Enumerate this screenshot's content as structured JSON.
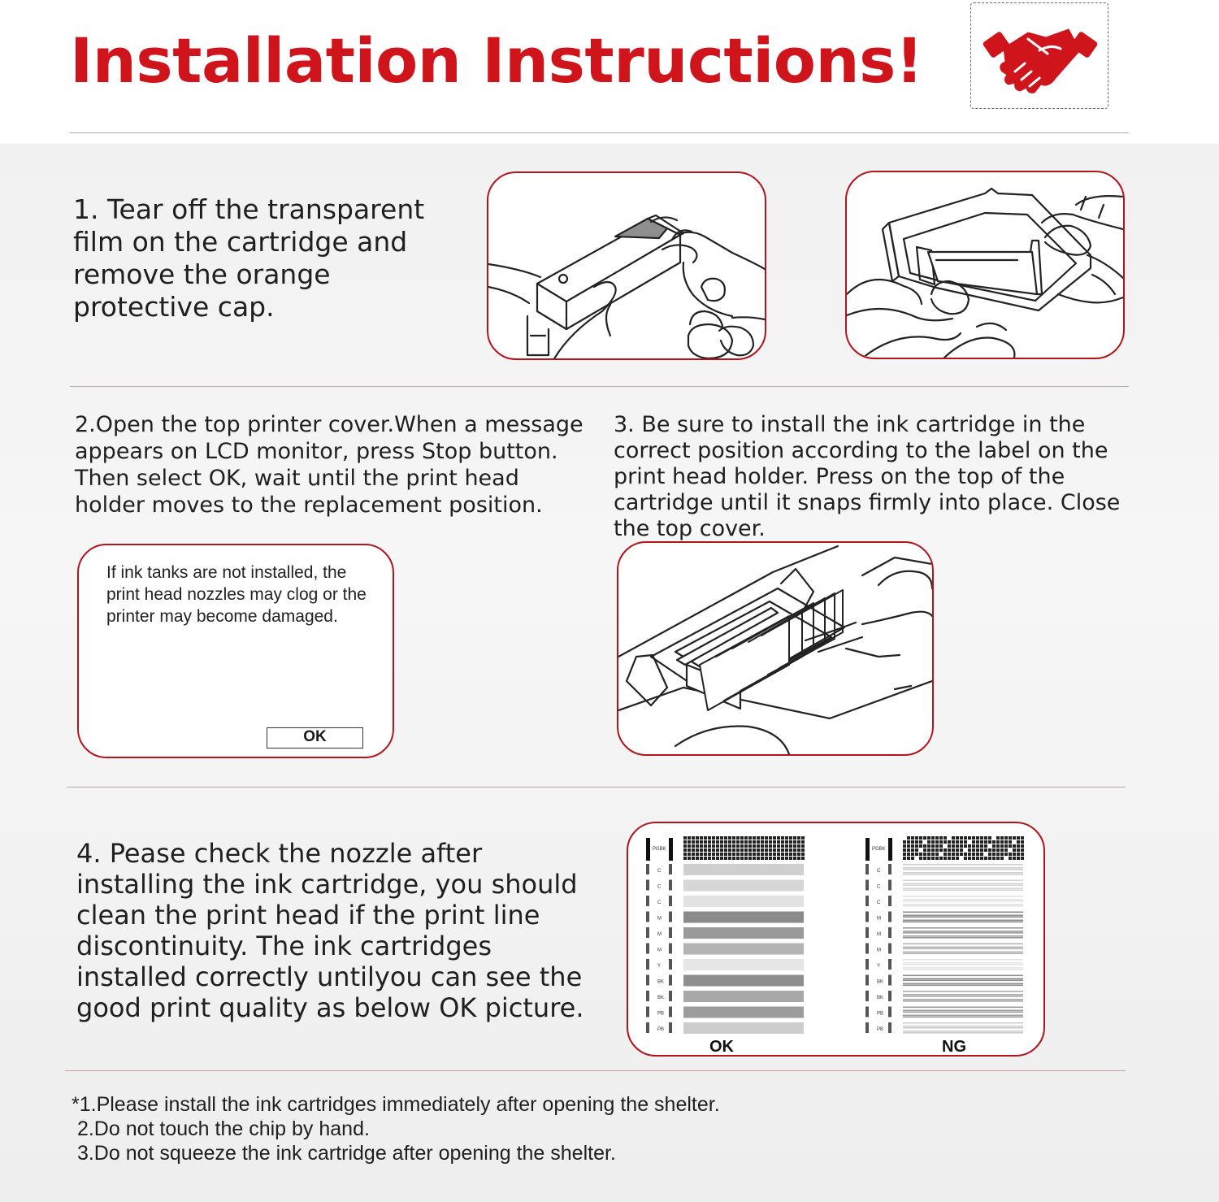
{
  "header": {
    "title": "Installation Instructions!",
    "logo_icon": "handshake-icon",
    "accent_color": "#d0141c"
  },
  "steps": [
    {
      "text": "1. Tear off the transparent film on the cartridge and remove the orange protective cap."
    },
    {
      "text": "2.Open the top printer cover.When a message appears on LCD monitor, press Stop button. Then select OK, wait until the print head holder moves to the replacement position."
    },
    {
      "text": "3. Be sure to install the ink cartridge in the correct position according to the label on the print head holder. Press on the top of the cartridge until it snaps firmly into place. Close the top cover."
    },
    {
      "text": "4.  Pease check the nozzle after installing the ink cartridge, you should clean the print head if the print line discontinuity. The ink cartridges installed correctly untilyou can see the good print quality as below OK picture."
    }
  ],
  "dialog": {
    "message": "If ink tanks are not installed, the print head nozzles may clog or the printer may become damaged.",
    "ok_label": "OK"
  },
  "nozzle_check": {
    "ok_label": "OK",
    "ng_label": "NG",
    "pgbk_label": "PGBK",
    "row_labels": [
      "C",
      "C",
      "C",
      "M",
      "M",
      "M",
      "Y",
      "BK",
      "BK",
      "PB",
      "PB"
    ]
  },
  "notes": [
    "*1.Please install the ink cartridges immediately after opening the shelter.",
    " 2.Do not touch the chip by hand.",
    " 3.Do not squeeze the ink cartridge after opening the shelter."
  ]
}
